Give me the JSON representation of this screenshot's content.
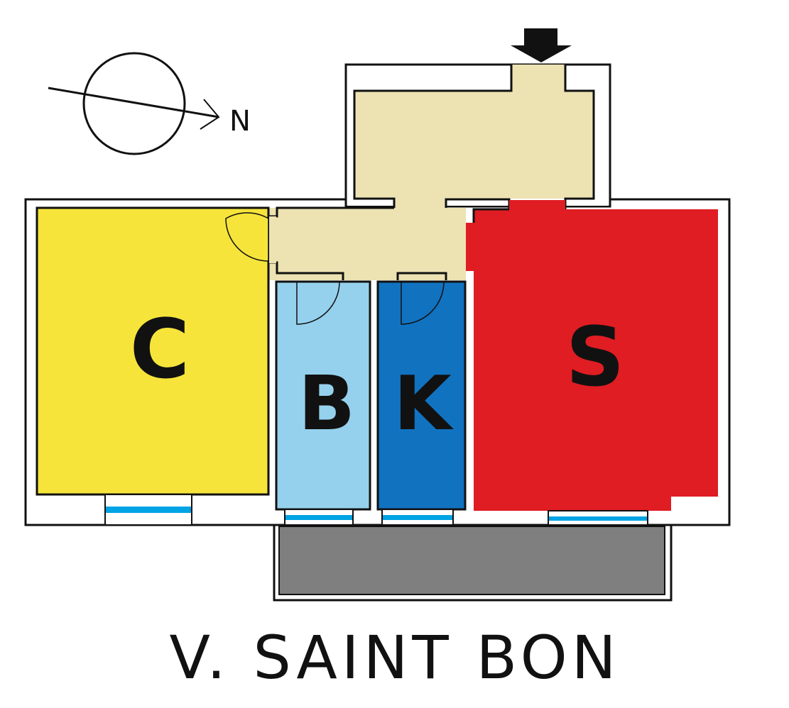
{
  "title": "V. SAINT BON",
  "compass": {
    "label": "N"
  },
  "rooms": [
    {
      "id": "C",
      "label": "C",
      "color": "#f6e43b"
    },
    {
      "id": "B",
      "label": "B",
      "color": "#95d1ed"
    },
    {
      "id": "K",
      "label": "K",
      "color": "#1172c0"
    },
    {
      "id": "S",
      "label": "S",
      "color": "#df1d23"
    }
  ],
  "colors": {
    "hall": "#ede2b2",
    "balcony": "#7f7f7f",
    "window": "#00a3e4",
    "wall": "#111111"
  }
}
